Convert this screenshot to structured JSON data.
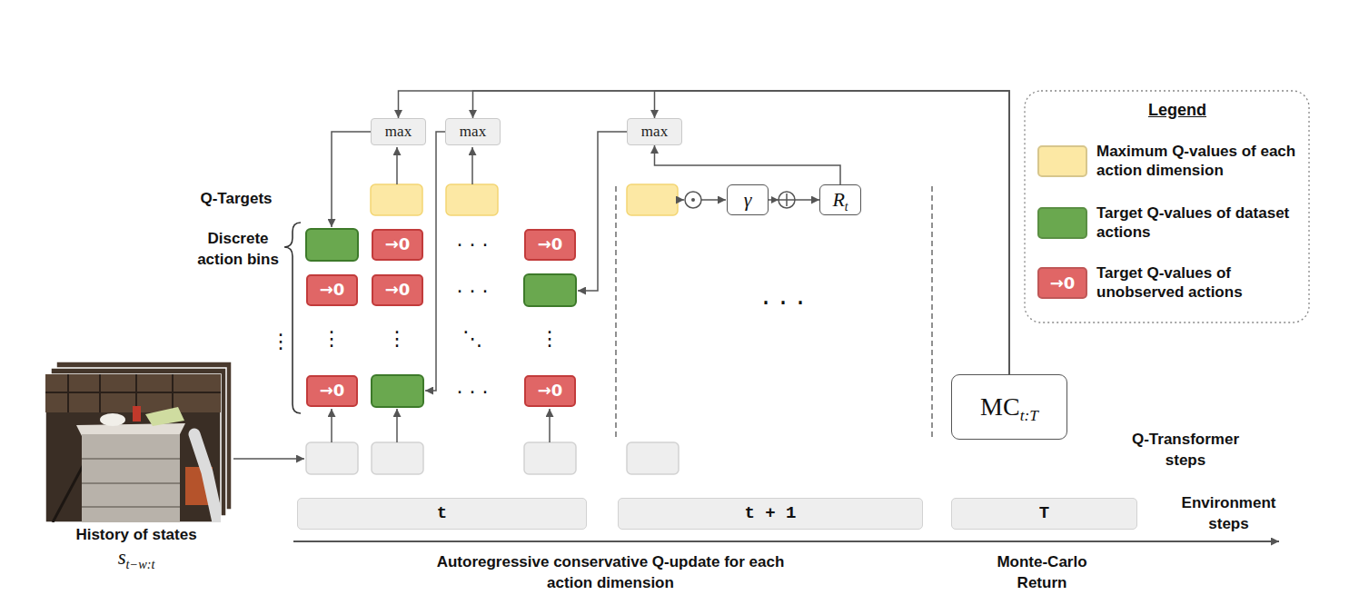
{
  "diagram": {
    "nodes": [
      {
        "text": [
          "max"
        ]
      },
      {
        "text": [
          "max"
        ]
      },
      {
        "text": [
          "max"
        ]
      },
      {
        "text": [
          "γ"
        ]
      },
      {
        "text": [
          "Rt"
        ]
      },
      {
        "text": [
          "→0"
        ]
      },
      {
        "text": [
          "→0"
        ]
      },
      {
        "text": [
          "→0"
        ]
      },
      {
        "text": [
          "→0"
        ]
      },
      {
        "text": [
          "→0"
        ]
      },
      {
        "text": [
          "→0"
        ]
      },
      {
        "text": [
          "MCt:T"
        ]
      },
      {
        "text": [
          "t"
        ]
      },
      {
        "text": [
          "t + 1"
        ]
      },
      {
        "text": [
          "T"
        ]
      }
    ],
    "edges": [
      {
        "from": 11,
        "to": 0,
        "arrow": "to"
      },
      {
        "from": 11,
        "to": 1,
        "arrow": "to"
      },
      {
        "from": 11,
        "to": 2,
        "arrow": "to"
      },
      {
        "from": 4,
        "to": 2,
        "arrow": "to"
      },
      {
        "from": 3,
        "to": 4,
        "arrow": "to"
      }
    ],
    "labels": [
      "Q-Targets",
      "Discrete action bins",
      "· · ·",
      "⋮",
      "⋮",
      "· · ·",
      "⋱",
      "⋮",
      "· · ·",
      "⋮",
      "· · ·",
      "History of states",
      "st−w:t",
      "Q-Transformer steps",
      "Environment steps",
      "Autoregressive conservative Q-update for each action dimension",
      "Monte-Carlo Return",
      "Legend",
      "→0"
    ],
    "legend": [
      {
        "text": "Maximum Q-values of each action dimension",
        "color": "#fce8a4"
      },
      {
        "text": "Target Q-values of dataset actions",
        "color": "#6aa84f"
      },
      {
        "text": "Target Q-values of unobserved actions",
        "color": "#e06666"
      }
    ]
  }
}
